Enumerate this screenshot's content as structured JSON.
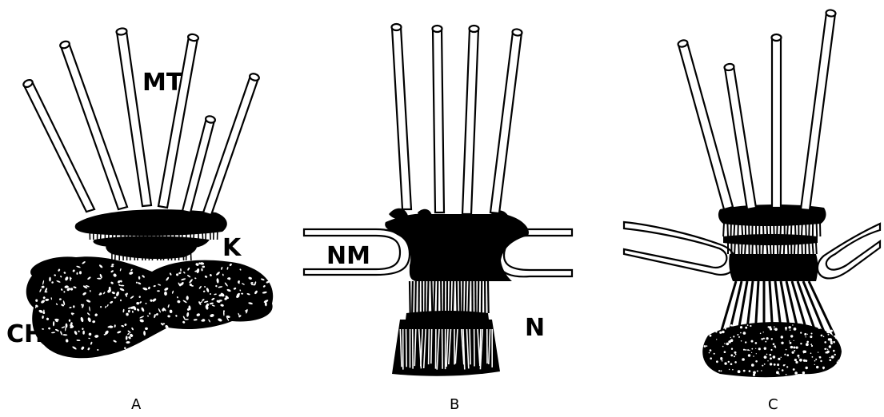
{
  "labels": {
    "mt": "MT",
    "k": "K",
    "ch": "CH",
    "nm": "NM",
    "n": "N"
  },
  "captions": {
    "a": "A",
    "b": "B",
    "c": "C"
  }
}
